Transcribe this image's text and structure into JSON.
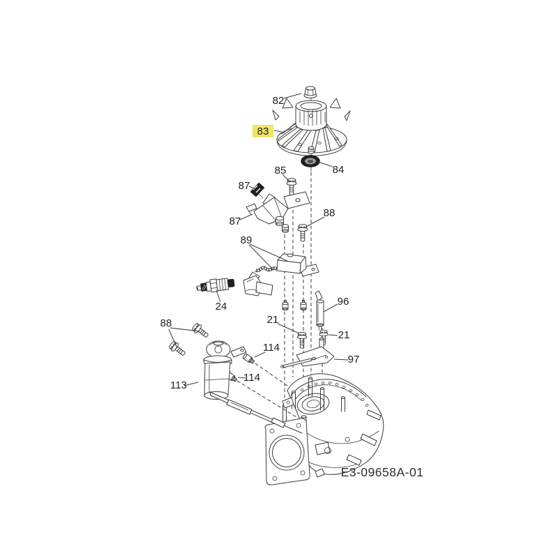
{
  "diagram": {
    "code": "E3-09658A-01",
    "line_color": "#3b3b3b",
    "label_color": "#1d1d1d",
    "highlighted_part": "83",
    "highlight": {
      "bg": "#f2e566",
      "text": "#ad7a0e"
    },
    "labels": [
      "82",
      "83",
      "84",
      "85",
      "87",
      "87",
      "88",
      "89",
      "24",
      "96",
      "21",
      "21",
      "97",
      "88",
      "114",
      "114",
      "113"
    ]
  }
}
